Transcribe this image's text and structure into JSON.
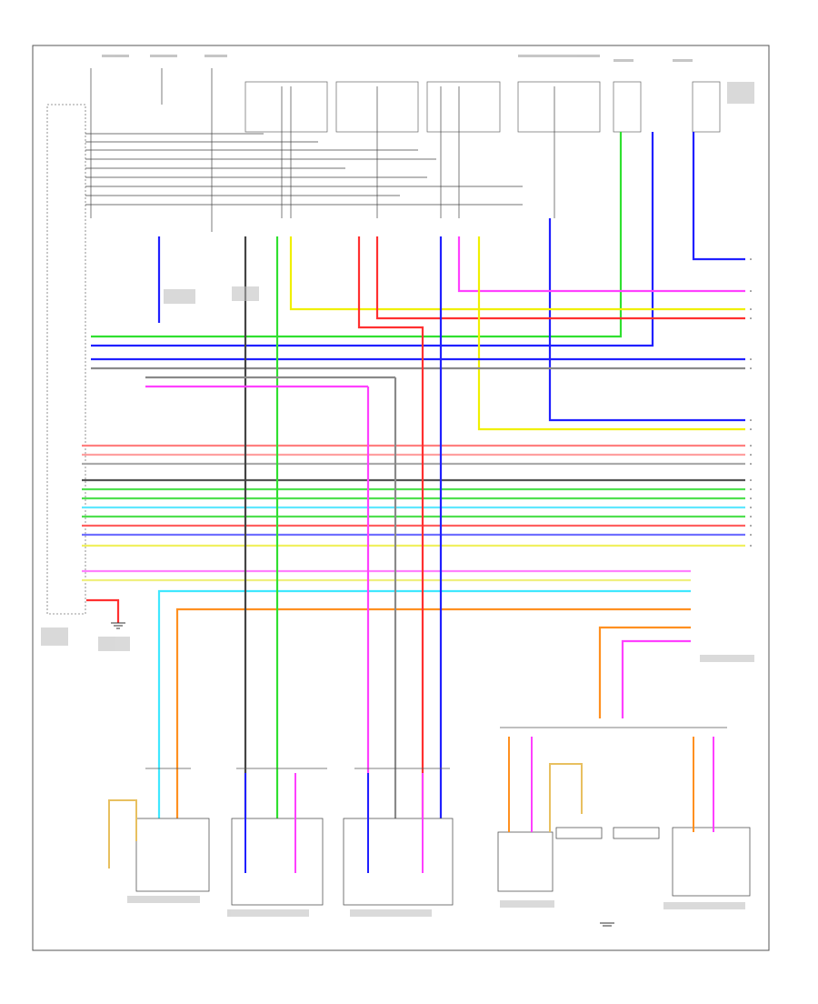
{
  "diagram": {
    "ref_code": "",
    "wire_colors": {
      "blue": "#2020ff",
      "red": "#ff3030",
      "pink": "#ff40ff",
      "yellow": "#f0f000",
      "green": "#30e030",
      "cyan": "#40e8ff",
      "orange": "#ff9020",
      "gray": "#8a8a8a",
      "black": "#333333",
      "tan": "#e8c060"
    },
    "components": [
      {
        "id": "main-ecu",
        "icon": "module-box-icon"
      },
      {
        "id": "front-door-control-switch",
        "icon": "switch-icon"
      },
      {
        "id": "left-rear-window-switch",
        "icon": "switch-icon"
      },
      {
        "id": "right-rear-window-switch",
        "icon": "switch-icon"
      },
      {
        "id": "left-door-control-switch",
        "icon": "switch-icon"
      },
      {
        "id": "passenger-window-regulator-motor",
        "icon": "motor-icon"
      },
      {
        "id": "ground-junction",
        "icon": "ground-icon"
      }
    ]
  }
}
